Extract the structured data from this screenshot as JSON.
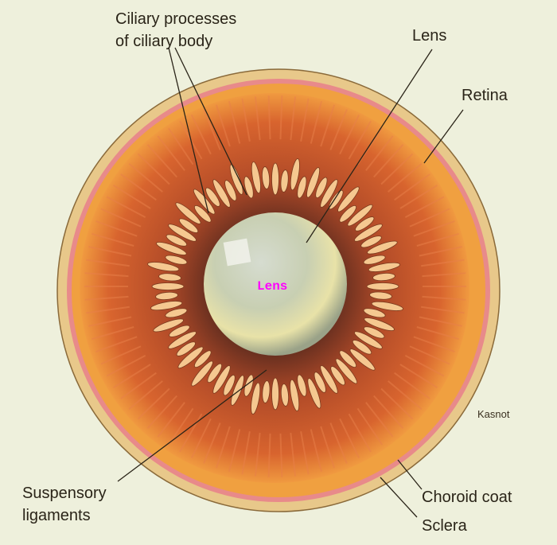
{
  "labels": {
    "ciliary_line1": "Ciliary processes",
    "ciliary_line2": "of ciliary body",
    "lens": "Lens",
    "retina": "Retina",
    "suspensory_line1": "Suspensory",
    "suspensory_line2": "ligaments",
    "choroid": "Choroid coat",
    "sclera": "Sclera"
  },
  "signature": "Kasnot",
  "lens_annotation": "Lens",
  "colors": {
    "background": "#eef0dc",
    "sclera": "#e8c88a",
    "choroid": "#e88a8a",
    "retina": "#f0a040",
    "ciliary_body": "#c8582a",
    "processes": "#f5c890",
    "lens": "#dfe2c8",
    "annotation": "#ff00ff"
  }
}
